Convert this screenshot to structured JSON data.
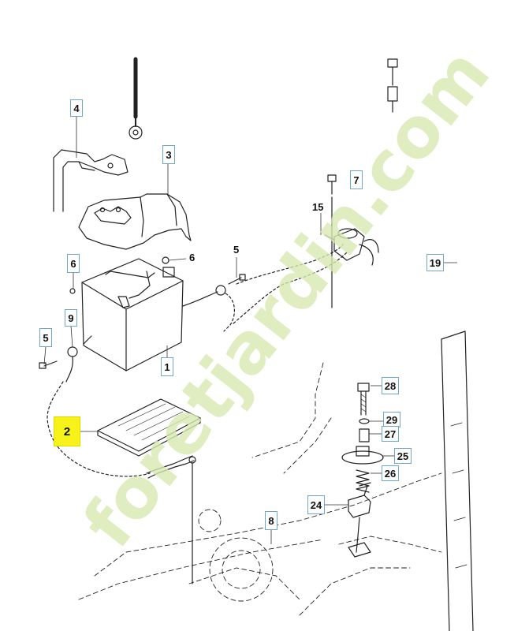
{
  "diagram": {
    "callouts": [
      {
        "id": "c4",
        "label": "4"
      },
      {
        "id": "c3",
        "label": "3"
      },
      {
        "id": "c7",
        "label": "7"
      },
      {
        "id": "c15",
        "label": "15"
      },
      {
        "id": "c6a",
        "label": "6"
      },
      {
        "id": "c6b",
        "label": "6"
      },
      {
        "id": "c5a",
        "label": "5"
      },
      {
        "id": "c5b",
        "label": "5"
      },
      {
        "id": "c9",
        "label": "9"
      },
      {
        "id": "c1",
        "label": "1"
      },
      {
        "id": "c19",
        "label": "19"
      },
      {
        "id": "c2",
        "label": "2"
      },
      {
        "id": "c28",
        "label": "28"
      },
      {
        "id": "c29",
        "label": "29"
      },
      {
        "id": "c27",
        "label": "27"
      },
      {
        "id": "c25",
        "label": "25"
      },
      {
        "id": "c26",
        "label": "26"
      },
      {
        "id": "c24",
        "label": "24"
      },
      {
        "id": "c8",
        "label": "8"
      }
    ],
    "highlight_color": "#f7f21a",
    "watermark": "foretjardin.com",
    "watermark_color": "#d7e8b0"
  }
}
